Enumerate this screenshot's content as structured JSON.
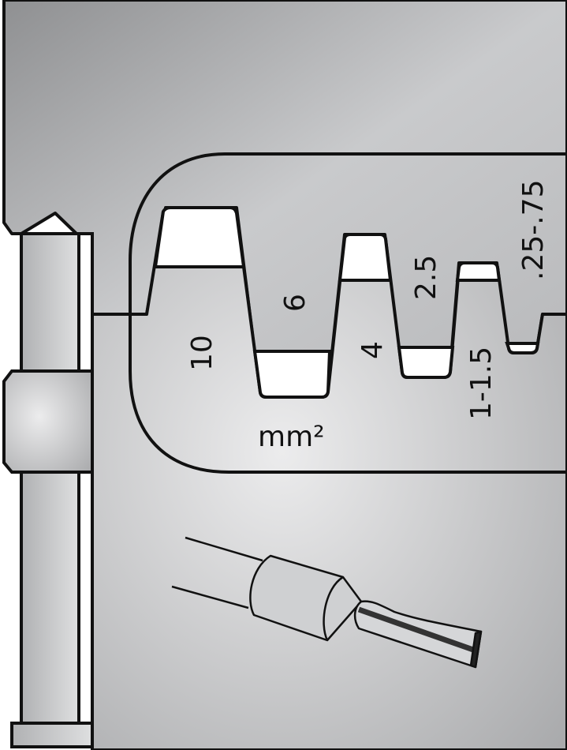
{
  "diagram": {
    "title": "Crimping die for wire end ferrules",
    "unit_label": "mm²",
    "cavities": [
      {
        "label": "10"
      },
      {
        "label": "6"
      },
      {
        "label": "4"
      },
      {
        "label": "2.5"
      },
      {
        "label": "1-1.5"
      },
      {
        "label": ".25-.75"
      }
    ],
    "colors": {
      "steel_light": "#e6e7e8",
      "steel_dark": "#9a9b9d",
      "outline": "#111111",
      "opening": "#ffffff"
    }
  }
}
